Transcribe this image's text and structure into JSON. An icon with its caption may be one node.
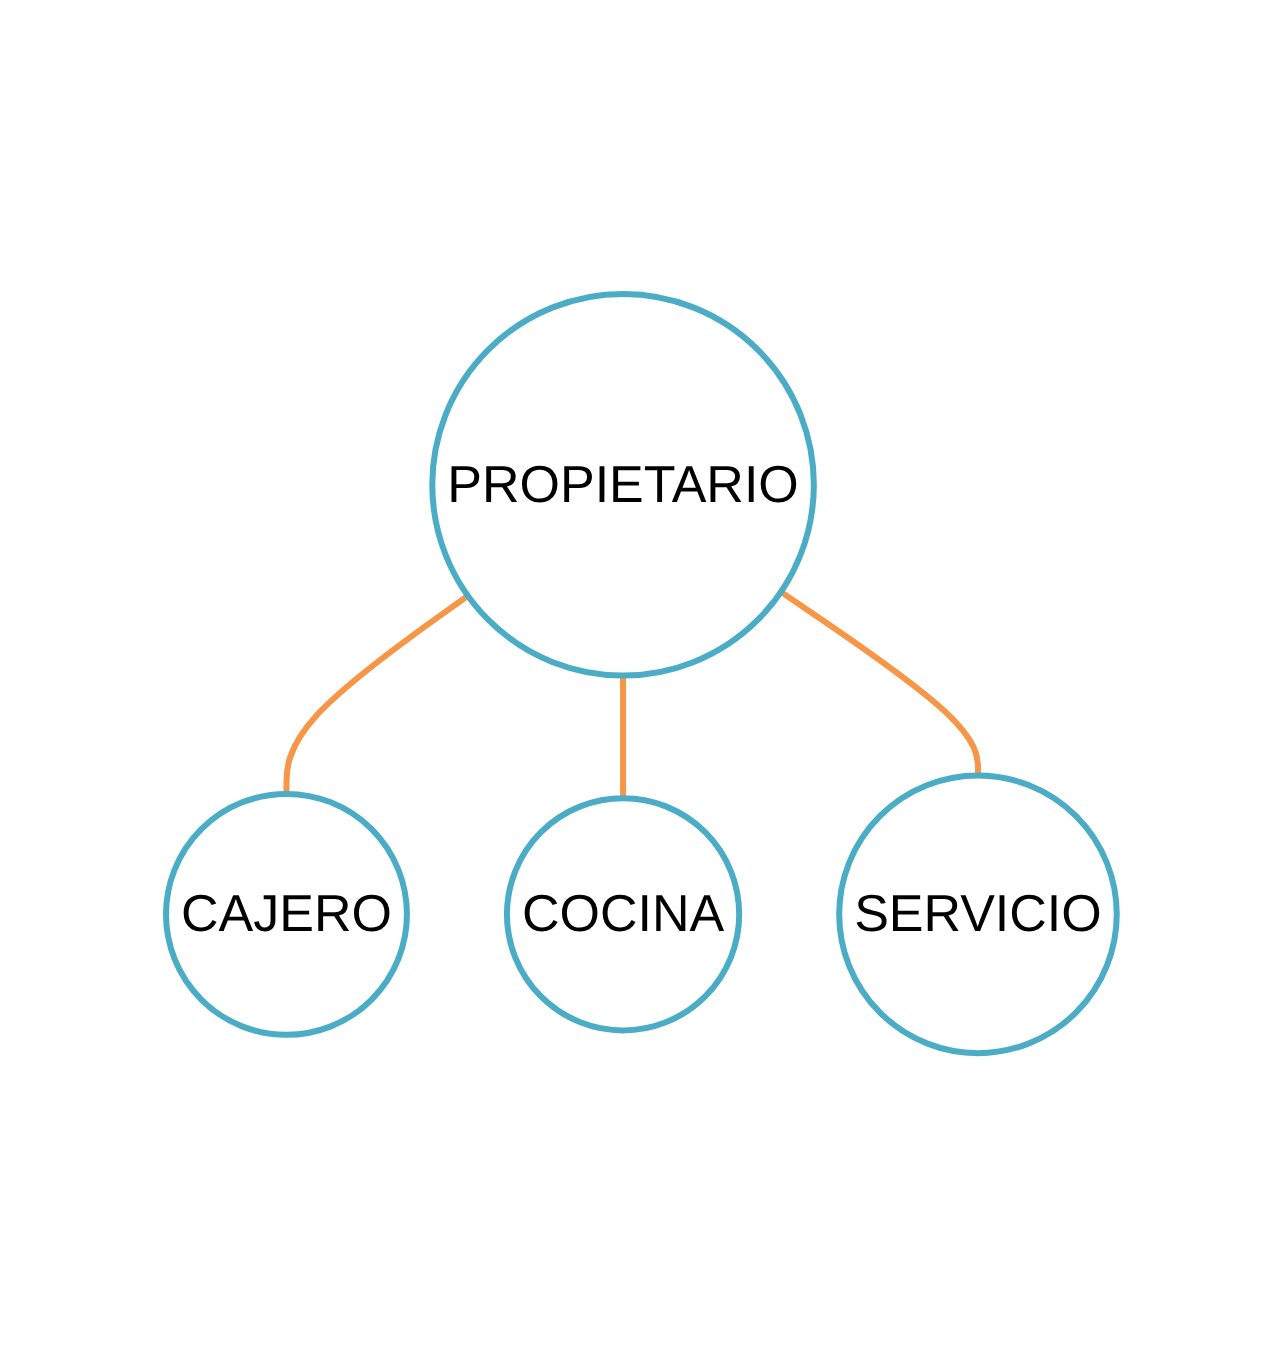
{
  "diagram": {
    "nodes": [
      {
        "text": [
          "PROPIETARIO"
        ]
      },
      {
        "text": [
          "CAJERO"
        ]
      },
      {
        "text": [
          "COCINA"
        ]
      },
      {
        "text": [
          "SERVICIO"
        ]
      }
    ],
    "edges": [
      {
        "from": 0,
        "to": 1,
        "arrow": "none"
      },
      {
        "from": 0,
        "to": 2,
        "arrow": "none"
      },
      {
        "from": 0,
        "to": 3,
        "arrow": "none"
      }
    ]
  }
}
